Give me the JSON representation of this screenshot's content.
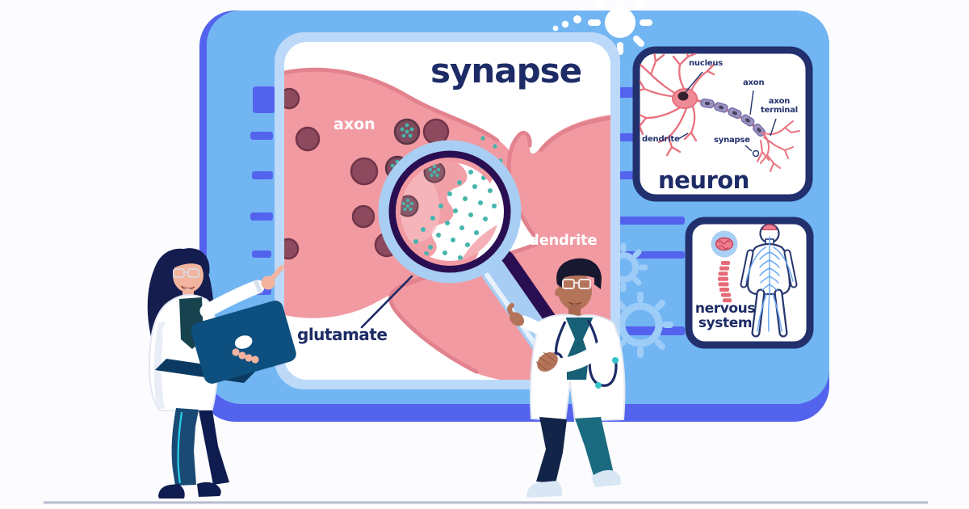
{
  "main_panel": {
    "title": "synapse",
    "axon_label": "axon",
    "dendrite_label": "dendrite",
    "glutamate_label": "glutamate"
  },
  "neuron_panel": {
    "title": "neuron",
    "labels": {
      "nucleus": "nucleus",
      "axon": "axon",
      "axon_terminal": "axon terminal",
      "dendrite": "dendrite",
      "synapse": "synapse"
    }
  },
  "nervous_system_panel": {
    "title": "nervous system"
  },
  "colors": {
    "background": "#fcfcfe",
    "board_blue": "#72b5f3",
    "accent_purple": "#5463ee",
    "panel_border_light": "#bcd9f9",
    "ink_navy": "#1d2b66",
    "panel_border_navy": "#22316e",
    "pink": "#f29aa2",
    "pink_dark": "#e2828e",
    "pink_light": "#f6bcc2",
    "vesicle_maroon": "#8d4a5f",
    "neurotransmitter_teal": "#45b5ad",
    "lens_ring_dark": "#2a0e52",
    "lens_ring_light": "#a9cef3",
    "neuron_pink": "#e8717e",
    "myelin_purple": "#9b93c0",
    "nerve_blue": "#6aa9f6",
    "spine_red": "#e56b78",
    "gear_blue": "#9dccf7",
    "ground_line": "#b7bbce"
  }
}
